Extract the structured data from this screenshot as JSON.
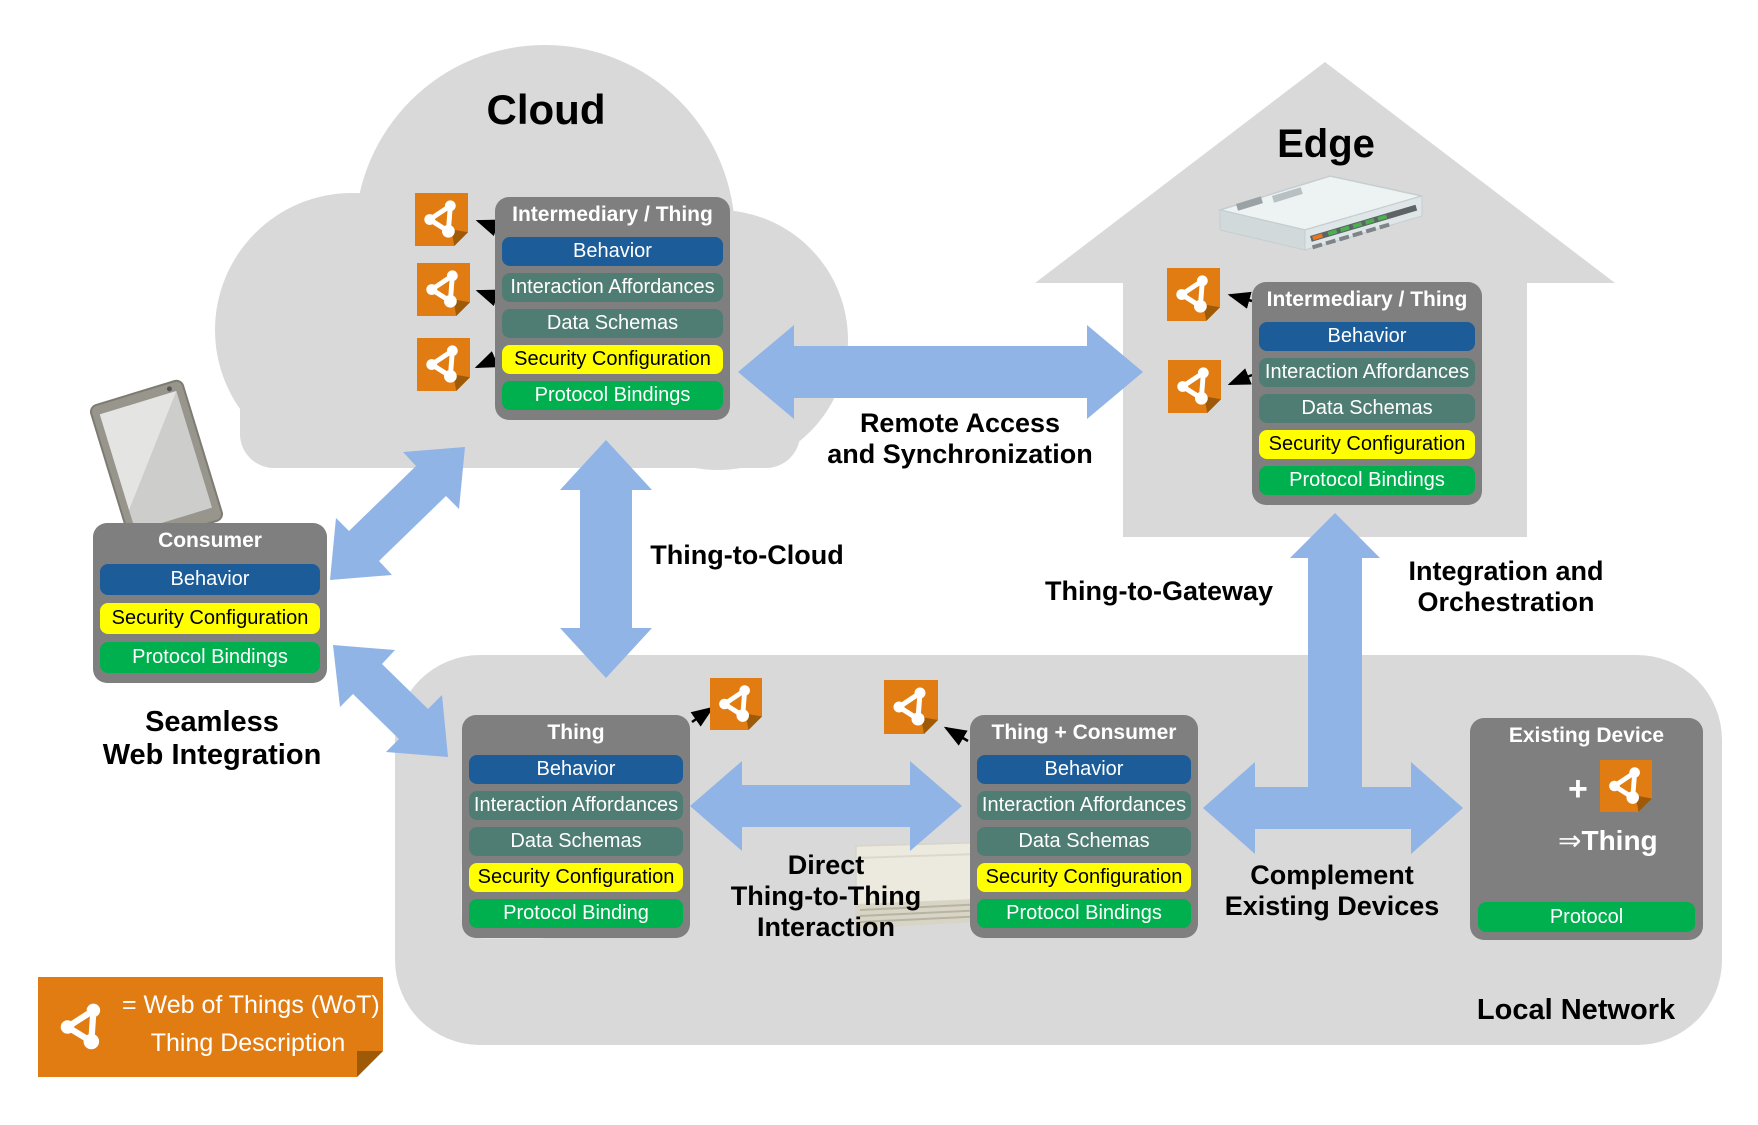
{
  "zones": {
    "cloud": "Cloud",
    "edge": "Edge",
    "local_network": "Local Network"
  },
  "boxes": {
    "cloud_intermediary": {
      "title": "Intermediary / Thing",
      "rows": [
        "Behavior",
        "Interaction Affordances",
        "Data Schemas",
        "Security Configuration",
        "Protocol Bindings"
      ]
    },
    "edge_intermediary": {
      "title": "Intermediary / Thing",
      "rows": [
        "Behavior",
        "Interaction Affordances",
        "Data Schemas",
        "Security Configuration",
        "Protocol Bindings"
      ]
    },
    "consumer": {
      "title": "Consumer",
      "rows": [
        "Behavior",
        "Security Configuration",
        "Protocol Bindings"
      ]
    },
    "thing": {
      "title": "Thing",
      "rows": [
        "Behavior",
        "Interaction Affordances",
        "Data Schemas",
        "Security Configuration",
        "Protocol Binding"
      ]
    },
    "thing_consumer": {
      "title": "Thing + Consumer",
      "rows": [
        "Behavior",
        "Interaction Affordances",
        "Data Schemas",
        "Security Configuration",
        "Protocol Bindings"
      ]
    },
    "existing_device": {
      "title": "Existing Device",
      "plus": "+",
      "implies": "⇒",
      "thing_label": "Thing",
      "protocol": "Protocol"
    }
  },
  "connections": {
    "remote_access": [
      "Remote Access",
      "and Synchronization"
    ],
    "thing_to_cloud": "Thing-to-Cloud",
    "thing_to_gateway": "Thing-to-Gateway",
    "integration": [
      "Integration and",
      "Orchestration"
    ],
    "seamless": [
      "Seamless",
      "Web Integration"
    ],
    "direct": [
      "Direct",
      "Thing-to-Thing",
      "Interaction"
    ],
    "complement": [
      "Complement",
      "Existing Devices"
    ]
  },
  "legend": {
    "icon": "wot-td-icon",
    "line1": "= Web of Things (WoT)",
    "line2": "Thing Description"
  },
  "colors": {
    "accent_orange": "#E07C12",
    "arrow_blue": "#8FB4E5",
    "behavior_blue": "#1B5C99",
    "affordances_teal": "#4F7D73",
    "security_yellow": "#FFFF00",
    "protocol_green": "#00B04E",
    "box_gray": "#7F7F7F",
    "zone_gray": "#D9D9D9"
  }
}
